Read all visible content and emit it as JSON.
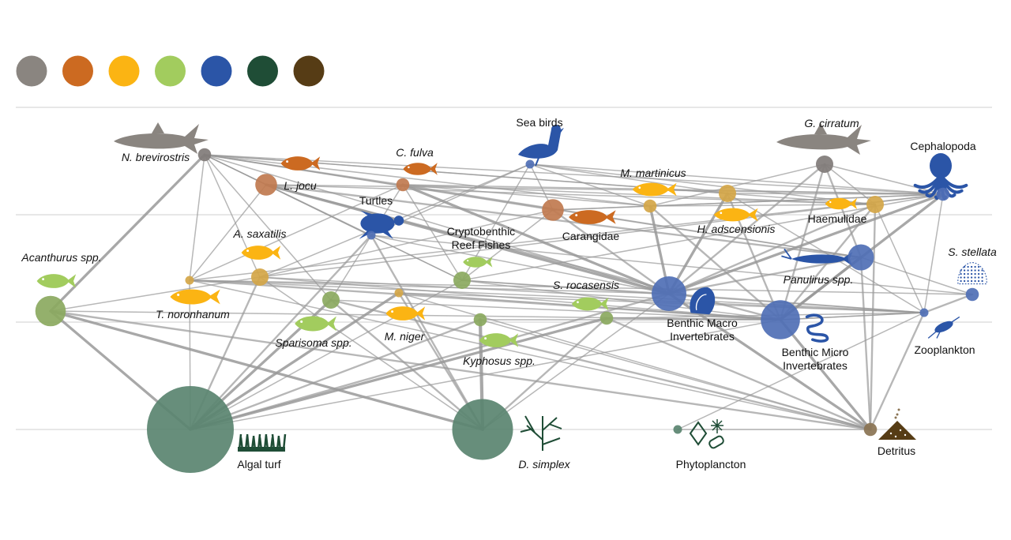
{
  "legend": {
    "colors": [
      "#8a8580",
      "#cc6a21",
      "#fbb413",
      "#a2cc5e",
      "#2b55a7",
      "#1f4d36",
      "#563c15"
    ]
  },
  "nodes": [
    {
      "id": "nbrev",
      "label": [
        "N. brevirostris"
      ],
      "italic": true,
      "color": "#807b78",
      "size": 3,
      "icon": "shark-icon",
      "icon_color": "#8a8580"
    },
    {
      "id": "ljocu",
      "label": [
        "L. jocu"
      ],
      "italic": true,
      "color": "#c07a4f",
      "size": 5,
      "icon": "snapper-fish-icon",
      "icon_color": "#cc6a21"
    },
    {
      "id": "cfulva",
      "label": [
        "C. fulva"
      ],
      "italic": true,
      "color": "#c07a4f",
      "size": 3,
      "icon": "grouper-fish-icon",
      "icon_color": "#cc6a21"
    },
    {
      "id": "birds",
      "label": [
        "Sea birds"
      ],
      "italic": false,
      "color": "#4f6fb5",
      "size": 2,
      "icon": "seabird-icon",
      "icon_color": "#2b55a7"
    },
    {
      "id": "gcirr",
      "label": [
        "G. cirratum"
      ],
      "italic": true,
      "color": "#807b78",
      "size": 4,
      "icon": "nurse-shark-icon",
      "icon_color": "#8a8580"
    },
    {
      "id": "ceph",
      "label": [
        "Cephalopoda"
      ],
      "italic": false,
      "color": "#4f6fb5",
      "size": 3,
      "icon": "octopus-icon",
      "icon_color": "#2b55a7"
    },
    {
      "id": "turtles",
      "label": [
        "Turtles"
      ],
      "italic": false,
      "color": "#4f6fb5",
      "size": 2,
      "icon": "turtle-icon",
      "icon_color": "#2b55a7"
    },
    {
      "id": "caran",
      "label": [
        "Carangidae"
      ],
      "italic": false,
      "color": "#c07a4f",
      "size": 5,
      "icon": "jack-fish-icon",
      "icon_color": "#cc6a21"
    },
    {
      "id": "mmart",
      "label": [
        "M. martinicus"
      ],
      "italic": true,
      "color": "#d4a648",
      "size": 3,
      "icon": "goatfish-icon",
      "icon_color": "#fbb413"
    },
    {
      "id": "hadsc",
      "label": [
        "H. adscensionis"
      ],
      "italic": true,
      "color": "#d4a648",
      "size": 4,
      "icon": "squirrelfish-icon",
      "icon_color": "#fbb413"
    },
    {
      "id": "haem",
      "label": [
        "Haemulidae"
      ],
      "italic": false,
      "color": "#d4a648",
      "size": 4,
      "icon": "grunt-fish-icon",
      "icon_color": "#fbb413"
    },
    {
      "id": "asax",
      "label": [
        "A. saxatilis"
      ],
      "italic": true,
      "color": "#d4a648",
      "size": 4,
      "icon": "damselfish-icon",
      "icon_color": "#fbb413"
    },
    {
      "id": "crypto",
      "label": [
        "Cryptobenthic",
        "Reef Fishes"
      ],
      "italic": false,
      "color": "#8ba960",
      "size": 4,
      "icon": "small-fish-icon",
      "icon_color": "#a2cc5e"
    },
    {
      "id": "acan",
      "label": [
        "Acanthurus spp."
      ],
      "italic": true,
      "color": "#8ba960",
      "size": 7,
      "icon": "surgeonfish-icon",
      "icon_color": "#a2cc5e"
    },
    {
      "id": "tnoro",
      "label": [
        "T. noronhanum"
      ],
      "italic": true,
      "color": "#d4a648",
      "size": 2,
      "icon": "wrasse-icon",
      "icon_color": "#fbb413"
    },
    {
      "id": "spari",
      "label": [
        "Sparisoma spp."
      ],
      "italic": true,
      "color": "#8ba960",
      "size": 4,
      "icon": "parrotfish-icon",
      "icon_color": "#a2cc5e"
    },
    {
      "id": "mniger",
      "label": [
        "M. niger"
      ],
      "italic": true,
      "color": "#d4a648",
      "size": 2,
      "icon": "triggerfish-icon",
      "icon_color": "#fbb413"
    },
    {
      "id": "kypho",
      "label": [
        "Kyphosus spp."
      ],
      "italic": true,
      "color": "#8ba960",
      "size": 3,
      "icon": "chub-fish-icon",
      "icon_color": "#a2cc5e"
    },
    {
      "id": "sroca",
      "label": [
        "S. rocasensis"
      ],
      "italic": true,
      "color": "#8ba960",
      "size": 3,
      "icon": "damsel-fish-icon",
      "icon_color": "#a2cc5e"
    },
    {
      "id": "bmacro",
      "label": [
        "Benthic Macro",
        "Invertebrates"
      ],
      "italic": false,
      "color": "#4f6fb5",
      "size": 8,
      "icon": "shell-icon",
      "icon_color": "#2b55a7"
    },
    {
      "id": "panu",
      "label": [
        "Panulirus spp."
      ],
      "italic": true,
      "color": "#4f6fb5",
      "size": 6,
      "icon": "lobster-icon",
      "icon_color": "#2b55a7"
    },
    {
      "id": "bmicro",
      "label": [
        "Benthic Micro",
        "Invertebrates"
      ],
      "italic": false,
      "color": "#4f6fb5",
      "size": 9,
      "icon": "worm-icon",
      "icon_color": "#2b55a7"
    },
    {
      "id": "sstel",
      "label": [
        "S. stellata"
      ],
      "italic": true,
      "color": "#4f6fb5",
      "size": 3,
      "icon": "coral-icon",
      "icon_color": "#2b55a7"
    },
    {
      "id": "zoo",
      "label": [
        "Zooplankton"
      ],
      "italic": false,
      "color": "#4f6fb5",
      "size": 2,
      "icon": "copepod-icon",
      "icon_color": "#2b55a7"
    },
    {
      "id": "algal",
      "label": [
        "Algal turf"
      ],
      "italic": false,
      "color": "#5a8470",
      "size": 20,
      "icon": "turf-icon",
      "icon_color": "#1f4d36"
    },
    {
      "id": "dsimp",
      "label": [
        "D. simplex"
      ],
      "italic": true,
      "color": "#5a8470",
      "size": 14,
      "icon": "seaweed-icon",
      "icon_color": "#1f4d36"
    },
    {
      "id": "phyto",
      "label": [
        "Phytoplancton"
      ],
      "italic": false,
      "color": "#5a8470",
      "size": 2,
      "icon": "diatom-icon",
      "icon_color": "#1f4d36"
    },
    {
      "id": "detr",
      "label": [
        "Detritus"
      ],
      "italic": false,
      "color": "#8a7353",
      "size": 3,
      "icon": "detritus-pile-icon",
      "icon_color": "#563c15"
    }
  ],
  "links": [
    [
      "nbrev",
      "acan",
      3
    ],
    [
      "nbrev",
      "ljocu",
      1
    ],
    [
      "nbrev",
      "cfulva",
      1
    ],
    [
      "nbrev",
      "caran",
      1
    ],
    [
      "nbrev",
      "mmart",
      1
    ],
    [
      "nbrev",
      "hadsc",
      1
    ],
    [
      "nbrev",
      "haem",
      1
    ],
    [
      "nbrev",
      "ceph",
      1
    ],
    [
      "nbrev",
      "turtles",
      1
    ],
    [
      "nbrev",
      "asax",
      1
    ],
    [
      "nbrev",
      "crypto",
      1
    ],
    [
      "nbrev",
      "bmacro",
      1
    ],
    [
      "nbrev",
      "spari",
      1
    ],
    [
      "nbrev",
      "tnoro",
      1
    ],
    [
      "nbrev",
      "panu",
      1
    ],
    [
      "ljocu",
      "bmacro",
      3
    ],
    [
      "ljocu",
      "bmicro",
      2
    ],
    [
      "ljocu",
      "tnoro",
      1
    ],
    [
      "ljocu",
      "crypto",
      1
    ],
    [
      "ljocu",
      "haem",
      1
    ],
    [
      "ljocu",
      "ceph",
      1
    ],
    [
      "ljocu",
      "panu",
      2
    ],
    [
      "cfulva",
      "bmacro",
      3
    ],
    [
      "cfulva",
      "crypto",
      1
    ],
    [
      "cfulva",
      "haem",
      1
    ],
    [
      "cfulva",
      "ceph",
      1
    ],
    [
      "cfulva",
      "spari",
      1
    ],
    [
      "cfulva",
      "mmart",
      1
    ],
    [
      "cfulva",
      "panu",
      1
    ],
    [
      "cfulva",
      "tnoro",
      1
    ],
    [
      "birds",
      "ceph",
      1
    ],
    [
      "birds",
      "haem",
      1
    ],
    [
      "birds",
      "mmart",
      1
    ],
    [
      "birds",
      "turtles",
      1
    ],
    [
      "birds",
      "crypto",
      1
    ],
    [
      "birds",
      "caran",
      1
    ],
    [
      "birds",
      "hadsc",
      1
    ],
    [
      "birds",
      "asax",
      1
    ],
    [
      "gcirr",
      "bmacro",
      2
    ],
    [
      "gcirr",
      "panu",
      2
    ],
    [
      "gcirr",
      "haem",
      1
    ],
    [
      "gcirr",
      "ceph",
      1
    ],
    [
      "gcirr",
      "mmart",
      1
    ],
    [
      "gcirr",
      "bmicro",
      2
    ],
    [
      "ceph",
      "bmacro",
      3
    ],
    [
      "ceph",
      "bmicro",
      3
    ],
    [
      "ceph",
      "zoo",
      1
    ],
    [
      "ceph",
      "mmart",
      1
    ],
    [
      "ceph",
      "asax",
      1
    ],
    [
      "ceph",
      "tnoro",
      1
    ],
    [
      "ceph",
      "crypto",
      1
    ],
    [
      "ceph",
      "hadsc",
      1
    ],
    [
      "caran",
      "bmacro",
      2
    ],
    [
      "caran",
      "crypto",
      1
    ],
    [
      "caran",
      "ceph",
      1
    ],
    [
      "caran",
      "mmart",
      1
    ],
    [
      "caran",
      "asax",
      1
    ],
    [
      "mmart",
      "bmacro",
      3
    ],
    [
      "mmart",
      "bmicro",
      2
    ],
    [
      "mmart",
      "haem",
      1
    ],
    [
      "hadsc",
      "bmacro",
      3
    ],
    [
      "hadsc",
      "bmicro",
      2
    ],
    [
      "hadsc",
      "zoo",
      1
    ],
    [
      "haem",
      "bmacro",
      2
    ],
    [
      "haem",
      "bmicro",
      2
    ],
    [
      "haem",
      "detr",
      2
    ],
    [
      "haem",
      "zoo",
      1
    ],
    [
      "turtles",
      "algal",
      2
    ],
    [
      "turtles",
      "dsimp",
      2
    ],
    [
      "turtles",
      "bmacro",
      1
    ],
    [
      "turtles",
      "sstel",
      1
    ],
    [
      "asax",
      "algal",
      2
    ],
    [
      "asax",
      "dsimp",
      1
    ],
    [
      "asax",
      "zoo",
      1
    ],
    [
      "asax",
      "bmicro",
      1
    ],
    [
      "asax",
      "acan",
      1
    ],
    [
      "crypto",
      "bmicro",
      1
    ],
    [
      "crypto",
      "zoo",
      1
    ],
    [
      "crypto",
      "algal",
      1
    ],
    [
      "crypto",
      "bmacro",
      1
    ],
    [
      "acan",
      "algal",
      3
    ],
    [
      "acan",
      "dsimp",
      3
    ],
    [
      "acan",
      "detr",
      2
    ],
    [
      "acan",
      "bmicro",
      1
    ],
    [
      "tnoro",
      "bmicro",
      2
    ],
    [
      "tnoro",
      "bmacro",
      1
    ],
    [
      "tnoro",
      "zoo",
      1
    ],
    [
      "tnoro",
      "detr",
      1
    ],
    [
      "tnoro",
      "algal",
      1
    ],
    [
      "tnoro",
      "sstel",
      1
    ],
    [
      "spari",
      "algal",
      3
    ],
    [
      "spari",
      "dsimp",
      2
    ],
    [
      "spari",
      "detr",
      2
    ],
    [
      "spari",
      "bmicro",
      1
    ],
    [
      "mniger",
      "algal",
      3
    ],
    [
      "mniger",
      "dsimp",
      2
    ],
    [
      "mniger",
      "zoo",
      1
    ],
    [
      "mniger",
      "bmicro",
      1
    ],
    [
      "mniger",
      "detr",
      1
    ],
    [
      "kypho",
      "dsimp",
      4
    ],
    [
      "kypho",
      "algal",
      2
    ],
    [
      "kypho",
      "detr",
      1
    ],
    [
      "kypho",
      "bmicro",
      1
    ],
    [
      "sroca",
      "algal",
      3
    ],
    [
      "sroca",
      "dsimp",
      2
    ],
    [
      "sroca",
      "detr",
      2
    ],
    [
      "sroca",
      "bmicro",
      1
    ],
    [
      "sroca",
      "zoo",
      1
    ],
    [
      "bmacro",
      "detr",
      3
    ],
    [
      "bmacro",
      "algal",
      2
    ],
    [
      "bmacro",
      "dsimp",
      1
    ],
    [
      "bmacro",
      "zoo",
      1
    ],
    [
      "panu",
      "bmicro",
      3
    ],
    [
      "panu",
      "bmacro",
      2
    ],
    [
      "panu",
      "detr",
      2
    ],
    [
      "panu",
      "sstel",
      1
    ],
    [
      "bmicro",
      "detr",
      3
    ],
    [
      "bmicro",
      "algal",
      1
    ],
    [
      "bmicro",
      "zoo",
      1
    ],
    [
      "sstel",
      "zoo",
      2
    ],
    [
      "zoo",
      "detr",
      2
    ],
    [
      "zoo",
      "phyto",
      1
    ],
    [
      "zoo",
      "bmicro",
      1
    ],
    [
      "detr",
      "phyto",
      1
    ]
  ]
}
